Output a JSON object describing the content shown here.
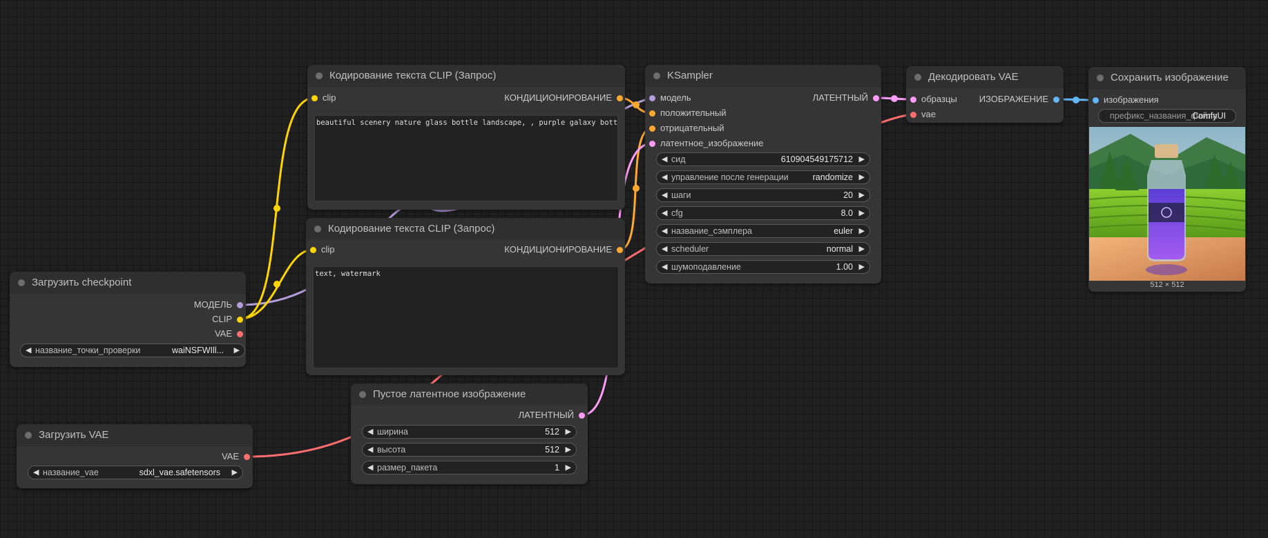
{
  "colors": {
    "canvas": "#202020",
    "node_body": "#353535",
    "node_title": "#2f2f2f",
    "clip": "#ffd500",
    "model": "#b39ddb",
    "vae": "#ff6e6e",
    "conditioning": "#ffa931",
    "latent": "#ff9cf9",
    "image": "#64b5f6"
  },
  "nodes": {
    "clip_pos": {
      "title": "Кодирование текста CLIP (Запрос)",
      "input_clip": "clip",
      "output": "КОНДИЦИОНИРОВАНИЕ",
      "text": "beautiful scenery nature glass bottle landscape, , purple galaxy bottle,"
    },
    "clip_neg": {
      "title": "Кодирование текста CLIP (Запрос)",
      "input_clip": "clip",
      "output": "КОНДИЦИОНИРОВАНИЕ",
      "text": "text, watermark"
    },
    "ksampler": {
      "title": "KSampler",
      "inputs": [
        "модель",
        "положительный",
        "отрицательный",
        "латентное_изображение"
      ],
      "output": "ЛАТЕНТНЫЙ",
      "widgets": [
        {
          "label": "сид",
          "value": "610904549175712"
        },
        {
          "label": "управление после генерации",
          "value": "randomize"
        },
        {
          "label": "шаги",
          "value": "20"
        },
        {
          "label": "cfg",
          "value": "8.0"
        },
        {
          "label": "название_сэмплера",
          "value": "euler"
        },
        {
          "label": "scheduler",
          "value": "normal"
        },
        {
          "label": "шумоподавление",
          "value": "1.00"
        }
      ]
    },
    "vae_decode": {
      "title": "Декодировать VAE",
      "inputs": [
        "образцы",
        "vae"
      ],
      "output": "ИЗОБРАЖЕНИЕ"
    },
    "save_image": {
      "title": "Сохранить изображение",
      "input": "изображения",
      "prefix_label": "префикс_названия_файла",
      "prefix_value": "ComfyUI",
      "caption": "512 × 512"
    },
    "checkpoint": {
      "title": "Загрузить checkpoint",
      "outputs": [
        "МОДЕЛЬ",
        "CLIP",
        "VAE"
      ],
      "widget": {
        "label": "название_точки_проверки",
        "value": "waiNSFWIll..."
      }
    },
    "latent": {
      "title": "Пустое латентное изображение",
      "output": "ЛАТЕНТНЫЙ",
      "widgets": [
        {
          "label": "ширина",
          "value": "512"
        },
        {
          "label": "высота",
          "value": "512"
        },
        {
          "label": "размер_пакета",
          "value": "1"
        }
      ]
    },
    "vae_loader": {
      "title": "Загрузить VAE",
      "output": "VAE",
      "widget": {
        "label": "название_vae",
        "value": "sdxl_vae.safetensors"
      }
    }
  },
  "icons": {
    "arrow_left": "◀",
    "arrow_right": "▶"
  }
}
